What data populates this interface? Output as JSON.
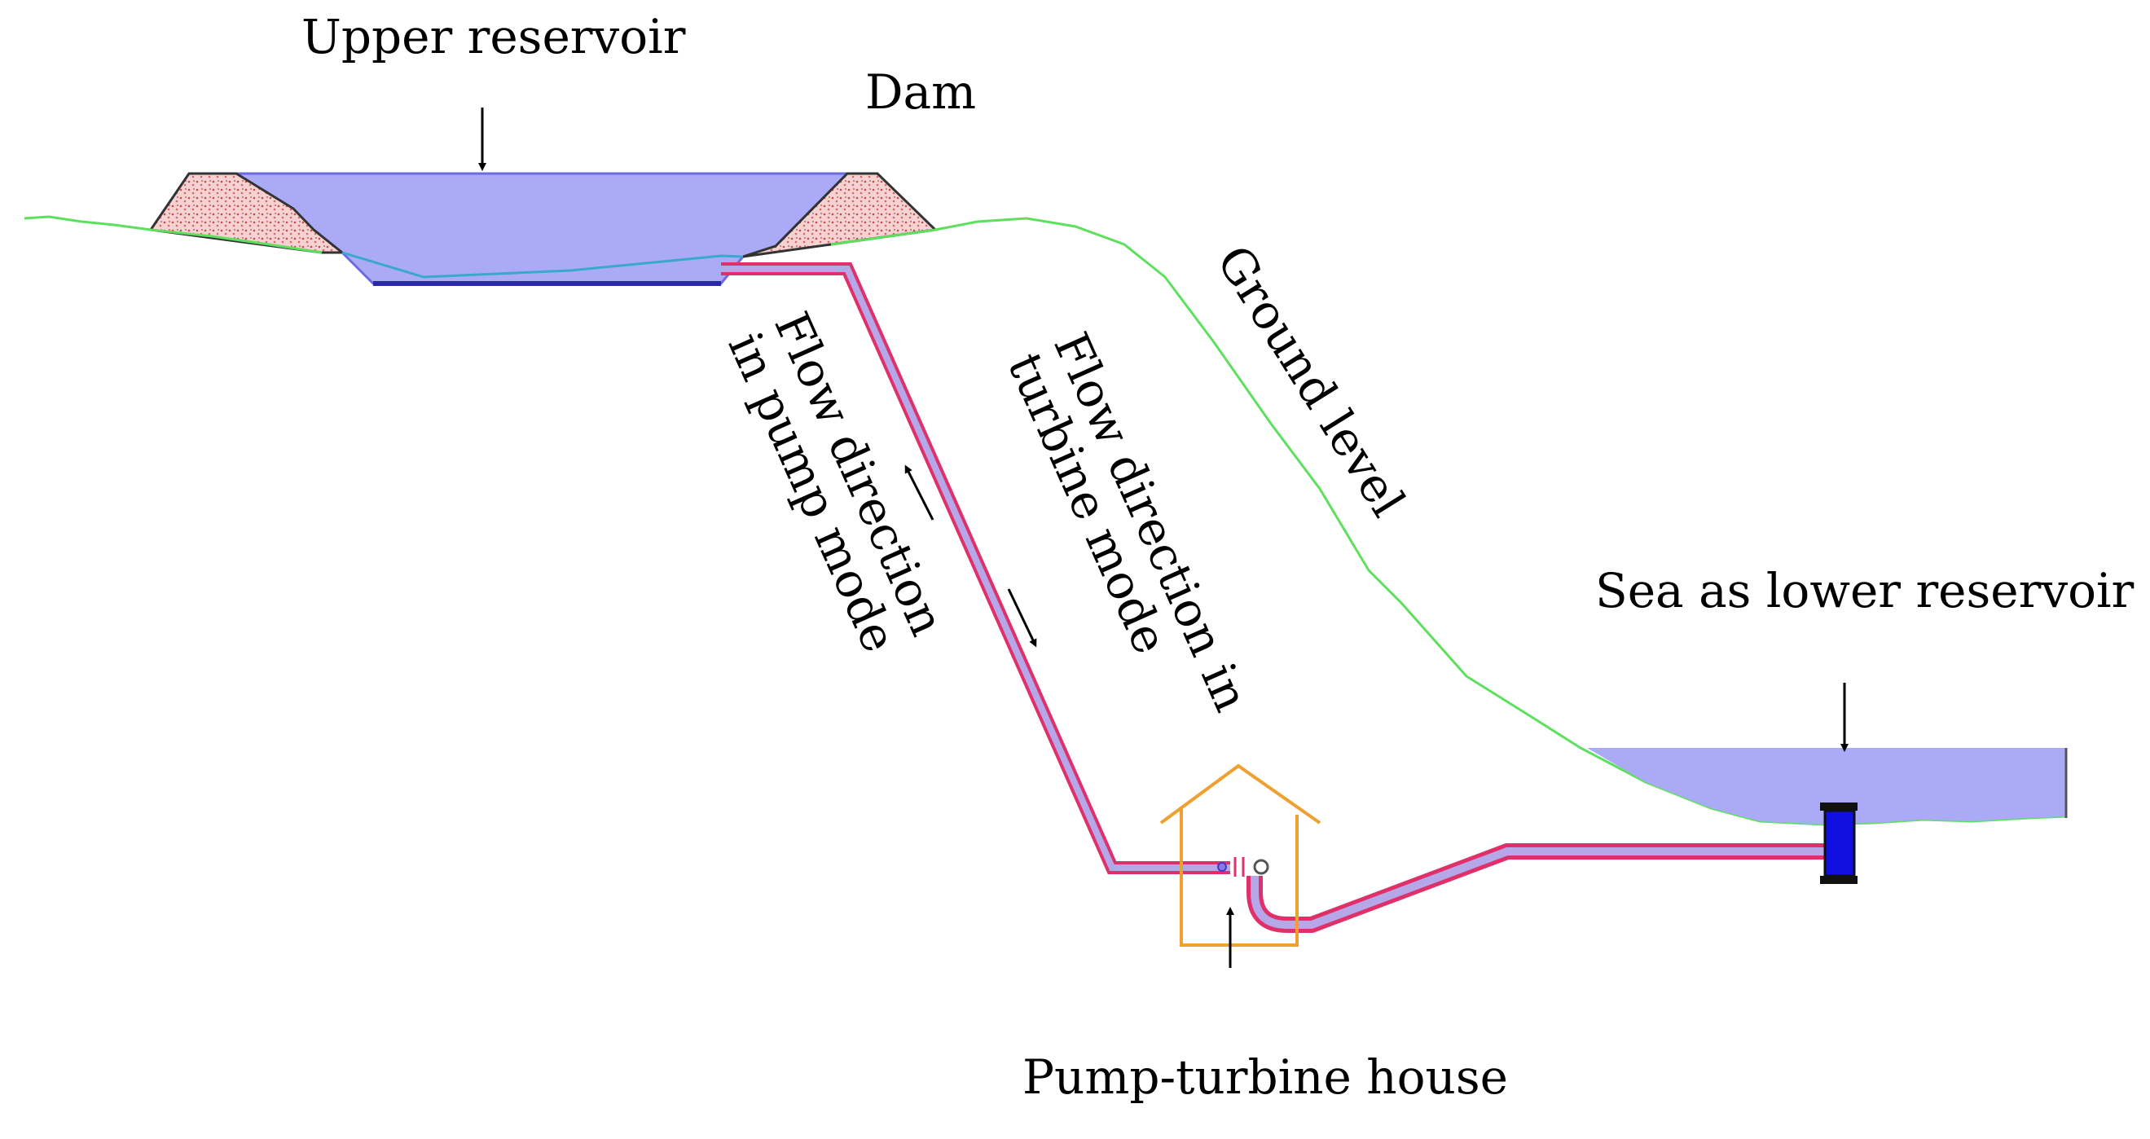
{
  "labels": {
    "upper_reservoir": "Upper reservoir",
    "dam": "Dam",
    "ground_level": "Ground level",
    "flow_pump_line1": "Flow direction",
    "flow_pump_line2": "in pump mode",
    "flow_turbine_line1": "Flow direction in",
    "flow_turbine_line2": "turbine mode",
    "sea_lower_reservoir": "Sea as lower reservoir",
    "pump_turbine_house": "Pump-turbine house"
  },
  "colors": {
    "water": "#a9a9f5",
    "water_edge": "#3b3bd0",
    "dam_fill": "#f3c9c9",
    "dam_dots": "#c0504d",
    "ground_line": "#5de05d",
    "pipe_outer": "#e0306a",
    "pipe_inner": "#b6a8e8",
    "house": "#f0a030",
    "outlet": "#1010e0",
    "arrow": "#000000"
  }
}
